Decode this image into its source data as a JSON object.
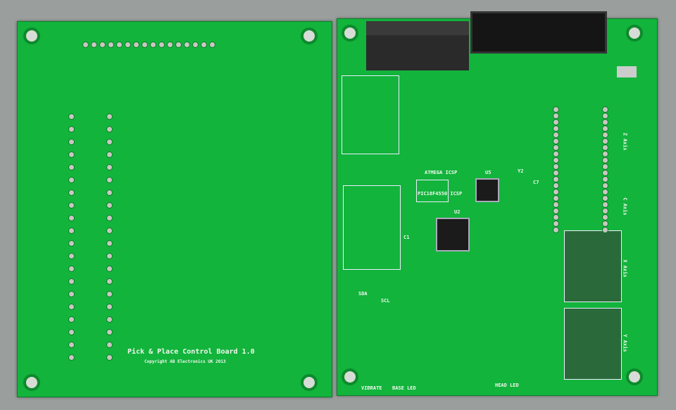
{
  "left_board": {
    "title": "Pick & Place Control Board 1.0",
    "copyright": "Copyright AB Electronics UK 2013"
  },
  "right_board": {
    "labels": {
      "atmega_icsp": "ATMEGA ICSP",
      "pic_icsp": "PIC18F4550 ICSP",
      "u5": "U5",
      "u2": "U2",
      "y2": "Y2",
      "sda": "SDA",
      "scl": "SCL",
      "vibrate": "VIBRATE",
      "base_led": "BASE LED",
      "head_led": "HEAD LED",
      "c1": "C1",
      "c7": "C7",
      "x_axis": "X Axis",
      "y_axis": "Y Axis",
      "z_axis": "Z Axis",
      "c_axis": "C Axis"
    }
  },
  "colors": {
    "pcb": "#12b43c",
    "silkscreen": "#f2f7ee",
    "background": "#9a9e9c"
  }
}
